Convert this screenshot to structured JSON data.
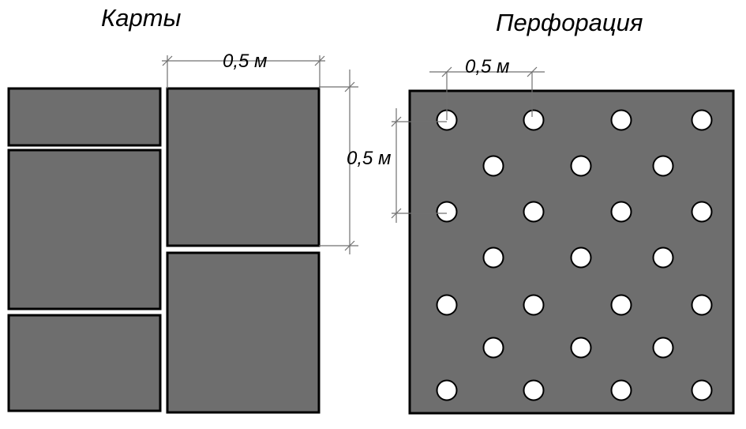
{
  "left_panel": {
    "title": "Карты",
    "dim_horizontal": "0,5 м",
    "dim_vertical": "0,5 м"
  },
  "right_panel": {
    "title": "Перфорация",
    "dim_horizontal": "0,5 м"
  },
  "colors": {
    "fill": "#6e6e6e",
    "stroke": "#000000",
    "hole": "#ffffff",
    "dim_line": "#707070"
  }
}
